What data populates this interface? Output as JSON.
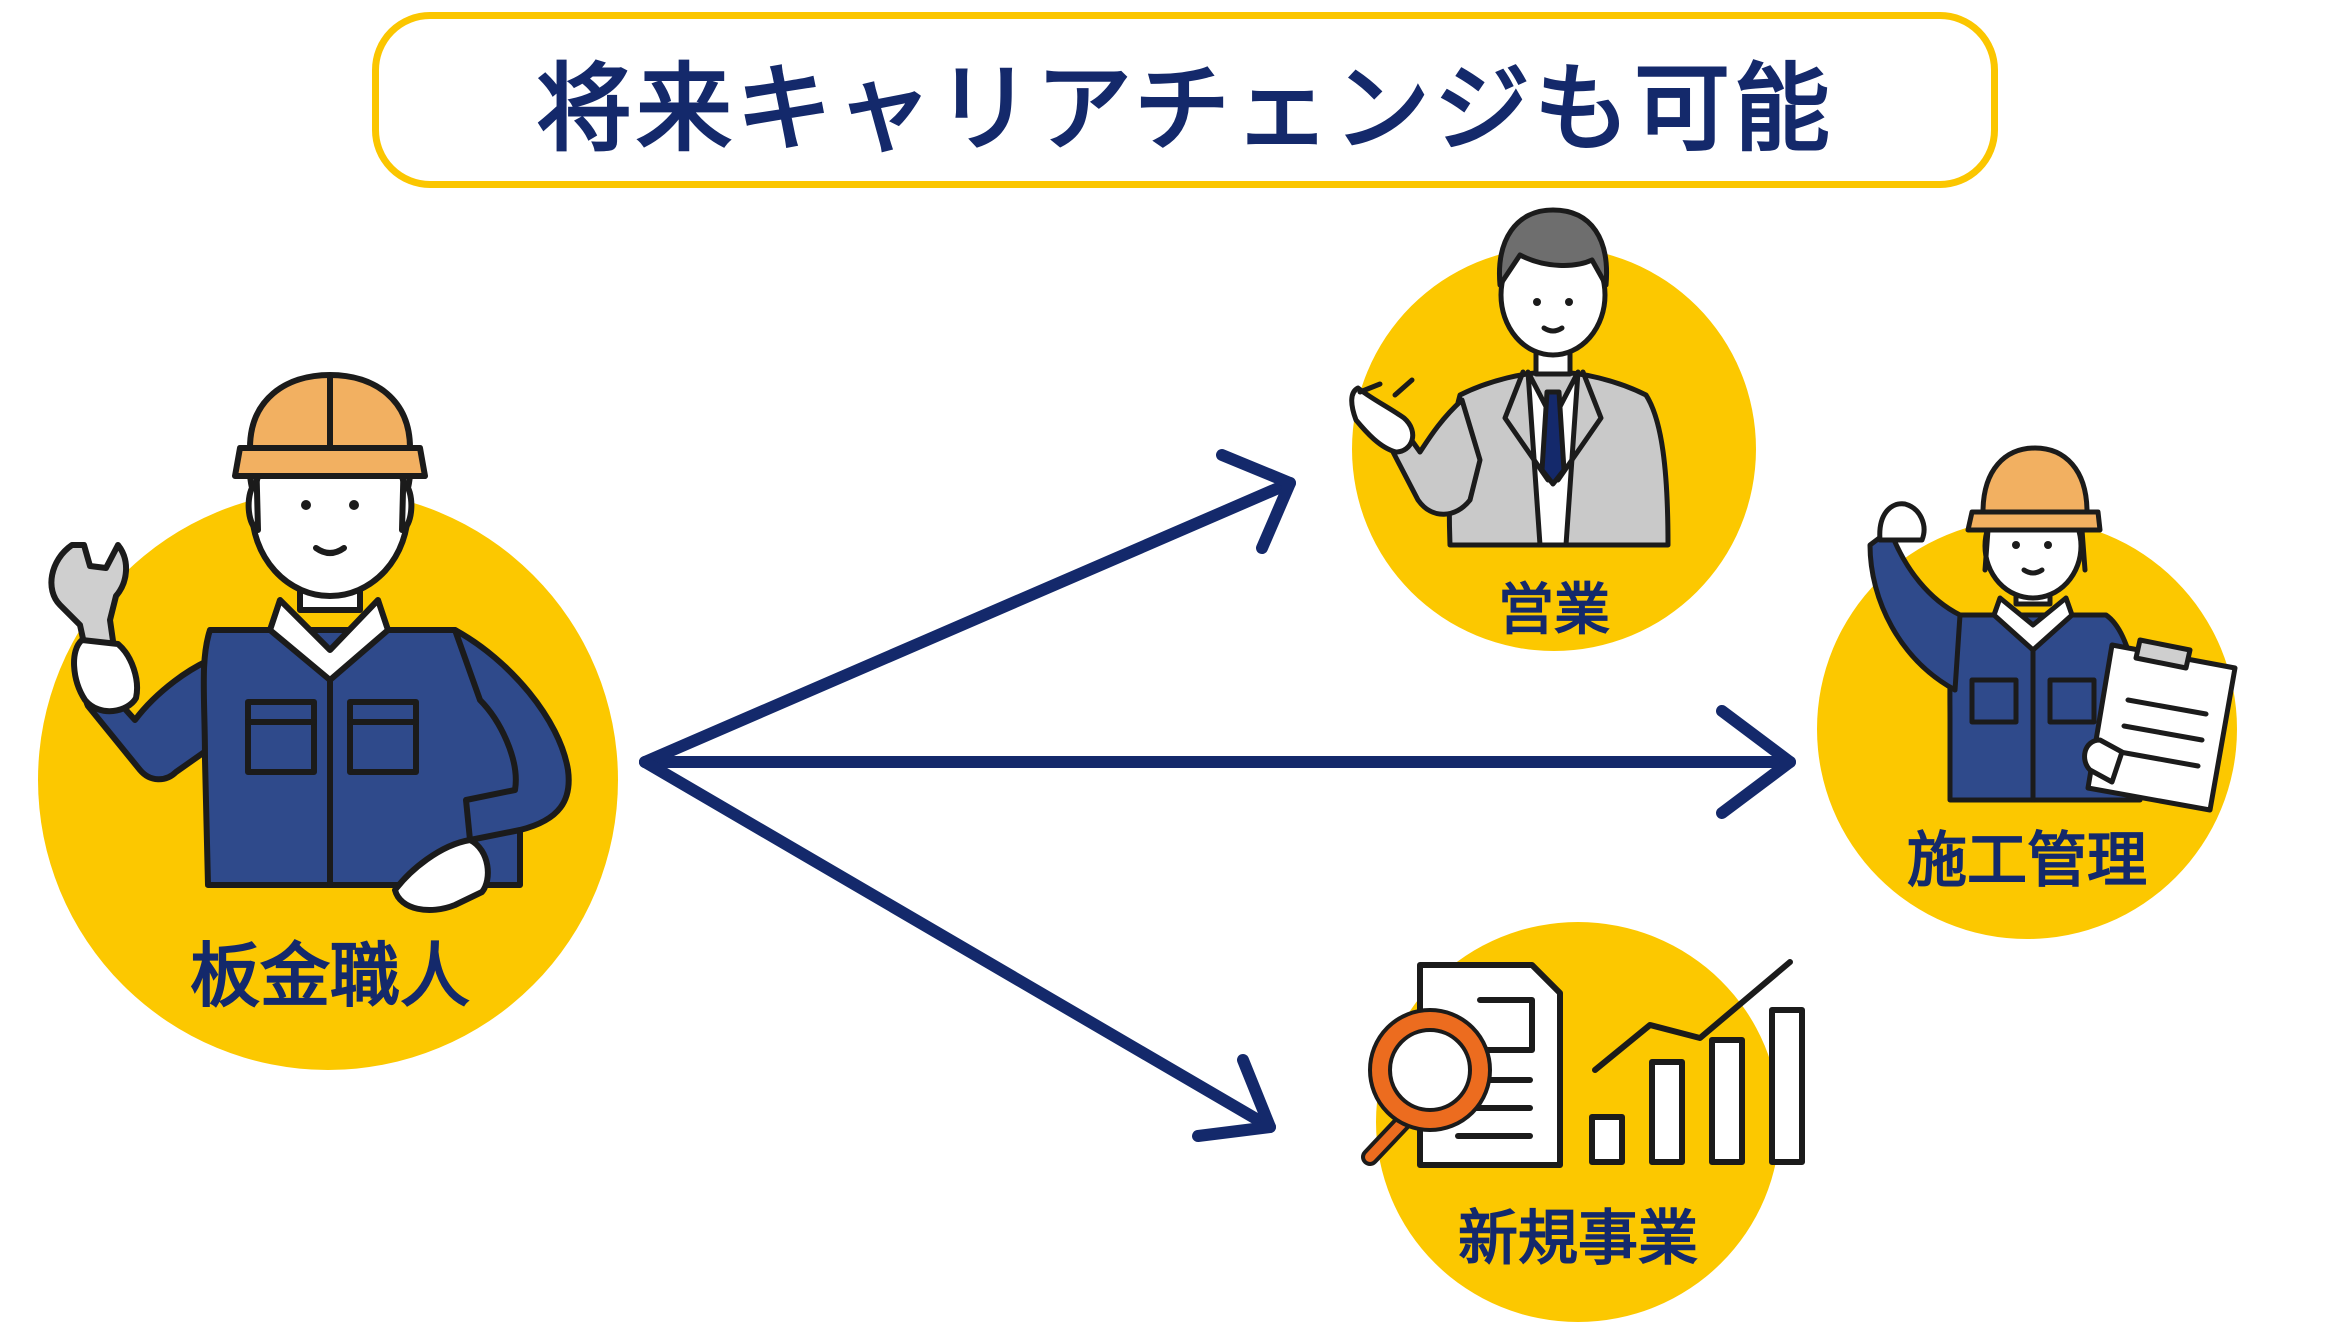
{
  "title": "将来キャリアチェンジも可能",
  "source_role": {
    "label": "板金職人",
    "icon": "sheet-metal-worker-illustration"
  },
  "targets": [
    {
      "label": "営業",
      "icon": "salesperson-illustration"
    },
    {
      "label": "施工管理",
      "icon": "construction-manager-illustration"
    },
    {
      "label": "新規事業",
      "icon": "new-business-analysis-illustration"
    }
  ],
  "colors": {
    "accent_yellow": "#fcc800",
    "navy": "#14296b",
    "helmet": "#f2b061",
    "uniform": "#2f4a8b",
    "suit": "#c9c9c9",
    "magnifier": "#ec6c1f"
  }
}
